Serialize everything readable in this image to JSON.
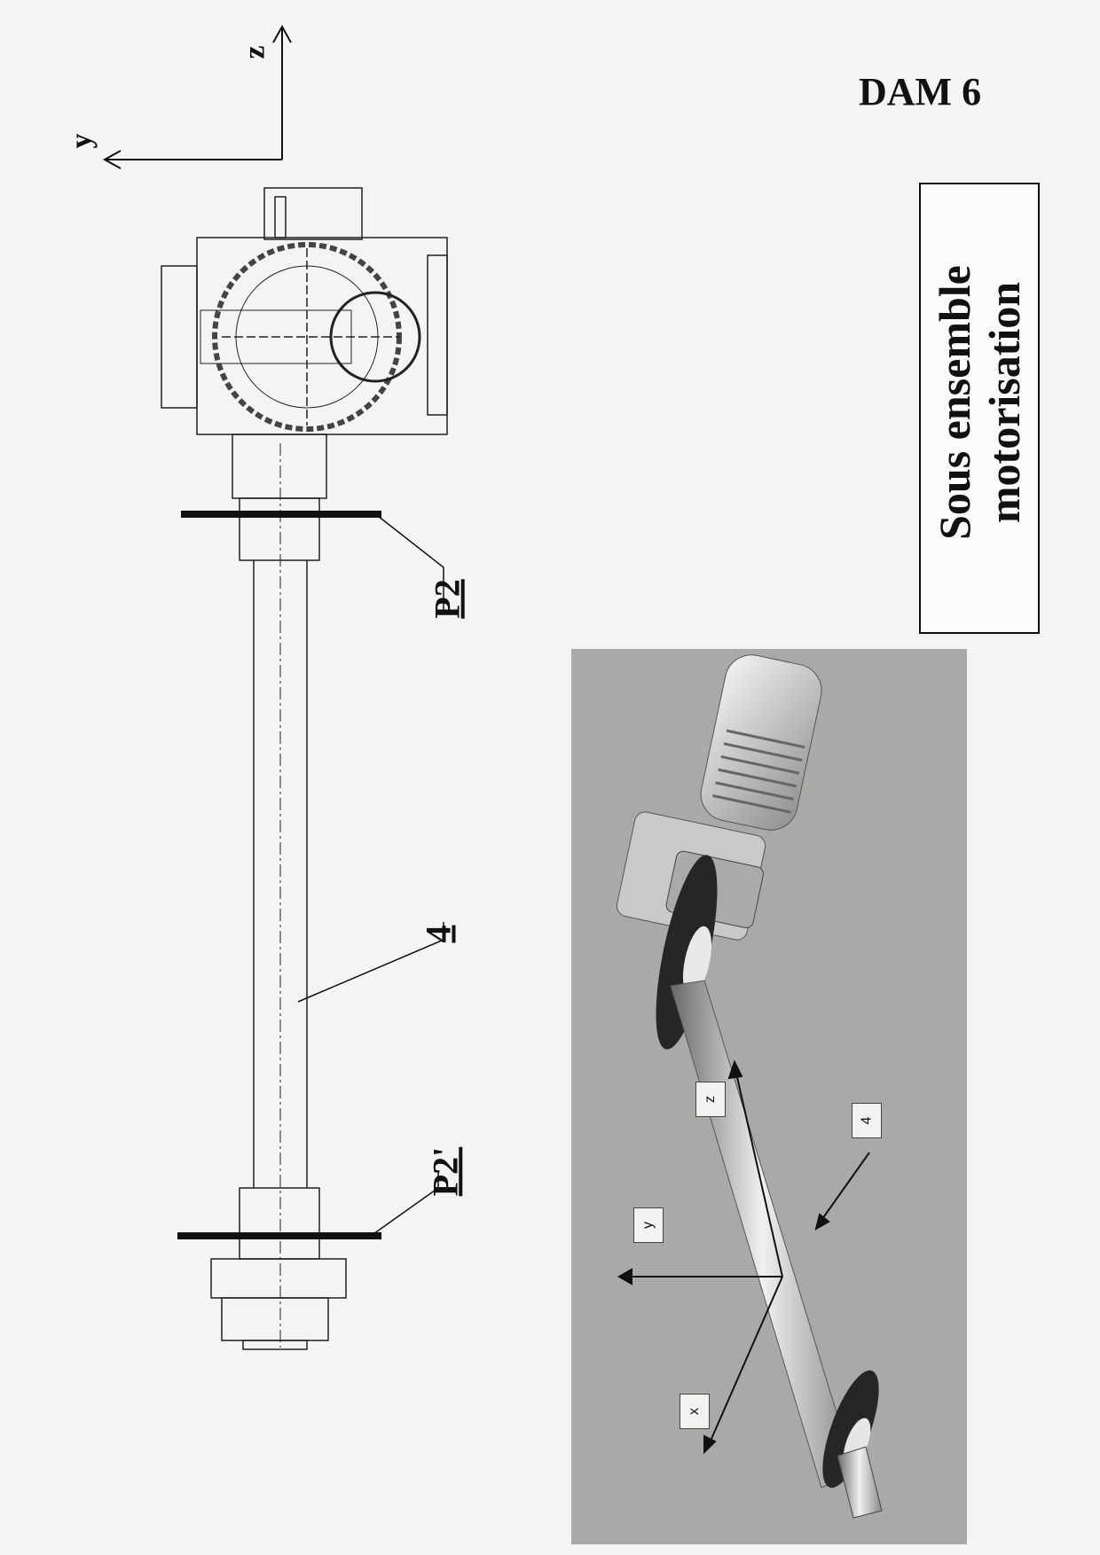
{
  "header": {
    "doc_code": "DAM 6",
    "title_line1": "Sous ensemble",
    "title_line2": "motorisation"
  },
  "drawing": {
    "axis_y": "y",
    "axis_z": "z",
    "callout_p2": "P2",
    "callout_4": "4",
    "callout_p2prime": "P2'"
  },
  "render": {
    "tag_z": "z",
    "tag_4": "4",
    "tag_y": "y",
    "tag_x": "x"
  }
}
